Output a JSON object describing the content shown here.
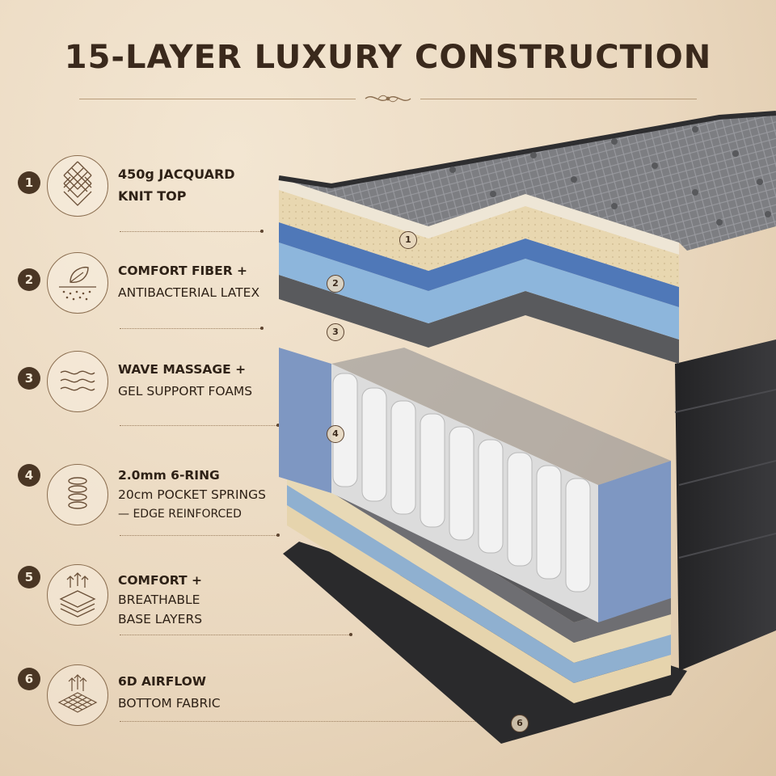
{
  "title": "15-LAYER LUXURY CONSTRUCTION",
  "features": [
    {
      "number": "1",
      "icon": "knit-weave-icon",
      "line1": "450g JACQUARD",
      "line2": "KNIT TOP",
      "line3": ""
    },
    {
      "number": "2",
      "icon": "leaf-fiber-icon",
      "line1": "COMFORT FIBER +",
      "line2": "ANTIBACTERIAL LATEX",
      "line3": ""
    },
    {
      "number": "3",
      "icon": "wave-lines-icon",
      "line1": "WAVE MASSAGE +",
      "line2": "GEL SUPPORT FOAMS",
      "line3": ""
    },
    {
      "number": "4",
      "icon": "coil-spring-icon",
      "line1": "2.0mm 6-RING",
      "line2": "20cm POCKET SPRINGS",
      "line3": "— EDGE REINFORCED"
    },
    {
      "number": "5",
      "icon": "stacked-layers-icon",
      "line1": "COMFORT +",
      "line2": "BREATHABLE",
      "line3": "BASE LAYERS"
    },
    {
      "number": "6",
      "icon": "airflow-grid-icon",
      "line1": "6D AIRFLOW",
      "line2": "BOTTOM FABRIC",
      "line3": ""
    }
  ],
  "callouts": [
    "1",
    "2",
    "3",
    "4",
    "6"
  ],
  "colors": {
    "background": "#ead8bf",
    "badge": "#4a3624",
    "knit_top": "#7c7d80",
    "latex": "#e9d9b4",
    "wave_foam": "#4f78b8",
    "gel_foam": "#8db6dc",
    "felt": "#6a6a6c",
    "border_foam": "#7e97c2",
    "base": "#2b2b2d"
  }
}
